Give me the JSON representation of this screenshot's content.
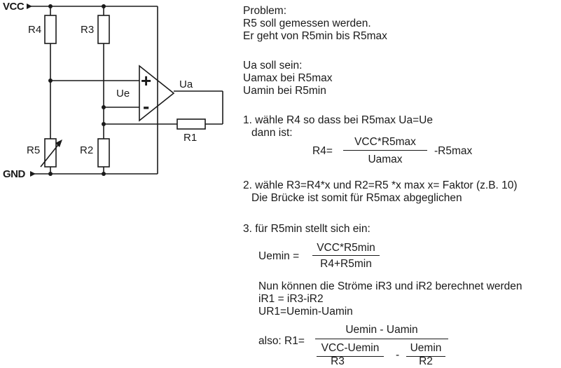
{
  "circuit": {
    "vcc": "VCC",
    "gnd": "GND",
    "r1": "R1",
    "r2": "R2",
    "r3": "R3",
    "r4": "R4",
    "r5": "R5",
    "ue": "Ue",
    "ua": "Ua",
    "plus": "+",
    "minus": "-"
  },
  "text": {
    "l1": "Problem:",
    "l2": "R5 soll gemessen werden.",
    "l3": "Er geht von R5min bis R5max",
    "l4": "Ua soll sein:",
    "l5": "Uamax bei R5max",
    "l6": "Uamin bei R5min",
    "step1a": "1. wähle R4 so dass bei R5max Ua=Ue",
    "step1b": "dann ist:",
    "f1_lhs": "R4=",
    "f1_num": "VCC*R5max",
    "f1_den": "Uamax",
    "f1_rhs": "-R5max",
    "step2a": "2. wähle R3=R4*x  und R2=R5 *x  max  x= Faktor (z.B. 10)",
    "step2b": "Die Brücke ist somit für R5max abgeglichen",
    "step3": "3. für R5min stellt sich ein:",
    "f2_lhs": "Uemin =",
    "f2_num": "VCC*R5min",
    "f2_den": "R4+R5min",
    "n1": "Nun können die Ströme iR3 und iR2 berechnet werden",
    "n2": "iR1 = iR3-iR2",
    "n3": "UR1=Uemin-Uamin",
    "f3_lhs": "also:  R1=",
    "f3_num": "Uemin - Uamin",
    "f3_a_num": "VCC-Uemin",
    "f3_a_den": "R3",
    "f3_minus": "-",
    "f3_b_num": "Uemin",
    "f3_b_den": "R2"
  }
}
